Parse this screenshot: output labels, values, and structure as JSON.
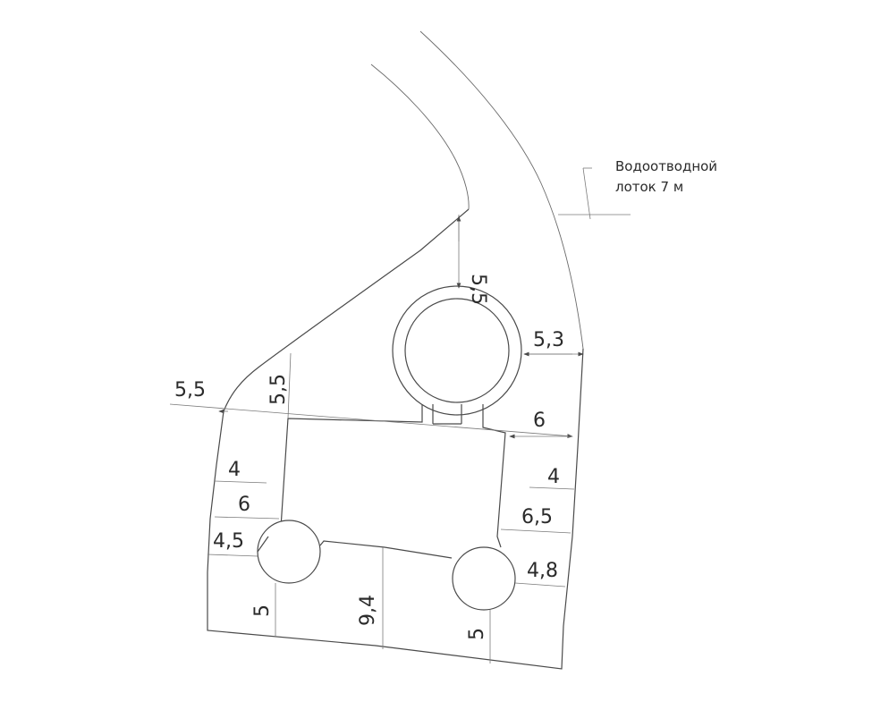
{
  "annotation": {
    "line1": "Водоотводной",
    "line2": "лоток 7 м"
  },
  "dimensions": {
    "top_gap": "5,5",
    "right_top": "5,3",
    "left_edge": "5,5",
    "left_vertical": "5,5",
    "right_six": "6",
    "left_four": "4",
    "left_six": "6",
    "left_four_half": "4,5",
    "right_four": "4",
    "right_six_half": "6,5",
    "right_four_eight": "4,8",
    "bottom_left_five": "5",
    "bottom_center": "9,4",
    "bottom_right_five": "5"
  }
}
